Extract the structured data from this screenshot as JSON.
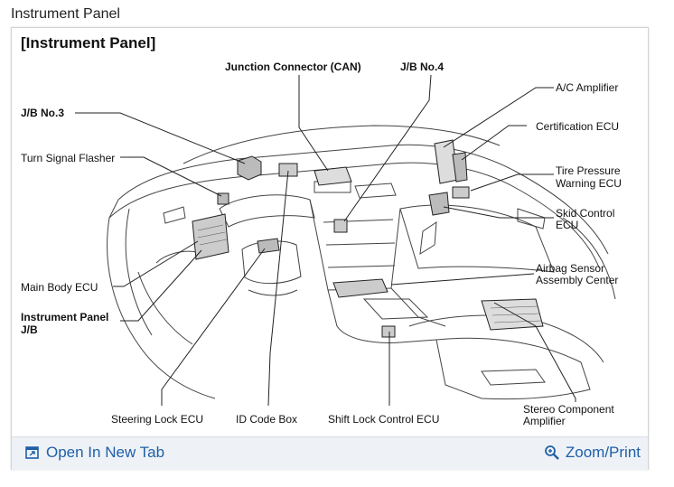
{
  "page": {
    "title": "Instrument Panel"
  },
  "figure": {
    "heading": "[Instrument Panel]",
    "labels": {
      "junction_connector": "Junction Connector (CAN)",
      "jb_no4": "J/B No.4",
      "ac_amplifier": "A/C Amplifier",
      "jb_no3": "J/B No.3",
      "certification_ecu": "Certification ECU",
      "turn_signal_flasher": "Turn Signal Flasher",
      "tire_pressure_1": "Tire Pressure",
      "tire_pressure_2": "Warning ECU",
      "skid_control_1": "Skid Control",
      "skid_control_2": "ECU",
      "airbag_1": "Airbag Sensor",
      "airbag_2": "Assembly Center",
      "main_body_ecu": "Main Body ECU",
      "ip_jb_1": "Instrument Panel",
      "ip_jb_2": "J/B",
      "stereo_1": "Stereo Component",
      "stereo_2": "Amplifier",
      "steering_lock_ecu": "Steering Lock ECU",
      "id_code_box": "ID Code Box",
      "shift_lock_ecu": "Shift Lock Control ECU"
    }
  },
  "footer": {
    "open_label": "Open In New Tab",
    "zoom_label": "Zoom/Print",
    "accent_color": "#1f5fa8",
    "open_icon": "open-in-new-tab-icon",
    "zoom_icon": "magnifier-icon"
  }
}
